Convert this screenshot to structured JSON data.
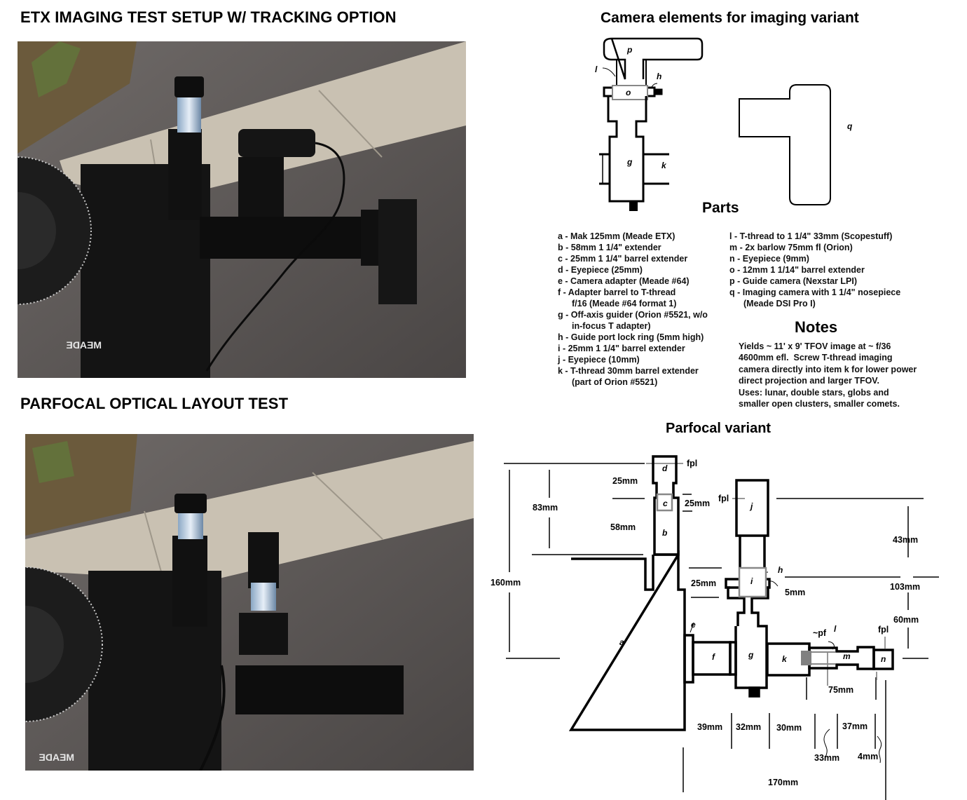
{
  "titles": {
    "setup": "ETX IMAGING TEST SETUP W/ TRACKING OPTION",
    "parfocal_test": "PARFOCAL OPTICAL LAYOUT TEST",
    "camera_elements": "Camera elements for imaging variant",
    "parts": "Parts",
    "notes": "Notes",
    "parfocal_variant": "Parfocal variant"
  },
  "photos": {
    "top": {
      "brand_text": "MEADE"
    },
    "bottom": {
      "brand_text": "MEADE"
    }
  },
  "parts_left": [
    {
      "text": "a - Mak 125mm (Meade ETX)",
      "cont": ""
    },
    {
      "text": "b - 58mm 1 1/4\" extender",
      "cont": ""
    },
    {
      "text": "c - 25mm 1 1/4\" barrel extender",
      "cont": ""
    },
    {
      "text": "d - Eyepiece (25mm)",
      "cont": ""
    },
    {
      "text": "e - Camera adapter (Meade #64)",
      "cont": ""
    },
    {
      "text": "f - Adapter barrel to T-thread",
      "cont": "f/16 (Meade #64 format 1)"
    },
    {
      "text": "g - Off-axis guider (Orion #5521, w/o",
      "cont": "in-focus T adapter)"
    },
    {
      "text": "h - Guide port lock ring (5mm high)",
      "cont": ""
    },
    {
      "text": "i - 25mm 1 1/4\" barrel extender",
      "cont": ""
    },
    {
      "text": "j - Eyepiece (10mm)",
      "cont": ""
    },
    {
      "text": "k - T-thread 30mm barrel extender",
      "cont": "(part of Orion #5521)"
    }
  ],
  "parts_right": [
    {
      "text": "l - T-thread to 1 1/4\" 33mm (Scopestuff)",
      "cont": ""
    },
    {
      "text": "m - 2x barlow 75mm fl (Orion)",
      "cont": ""
    },
    {
      "text": "n - Eyepiece (9mm)",
      "cont": ""
    },
    {
      "text": "o - 12mm 1 1/14\" barrel extender",
      "cont": ""
    },
    {
      "text": "p - Guide camera (Nexstar LPI)",
      "cont": ""
    },
    {
      "text": "q - Imaging camera with 1 1/4\" nosepiece",
      "cont": "(Meade DSI Pro I)"
    }
  ],
  "notes_text": "Yields ~ 11' x 9' TFOV image at ~ f/36\n4600mm efl.  Screw T-thread imaging\ncamera directly into item k for lower power\ndirect projection and larger TFOV.\nUses: lunar, double stars, globs and\nsmaller open clusters, smaller comets.",
  "camera_diagram": {
    "labels": {
      "p": "p",
      "l": "l",
      "h": "h",
      "o": "o",
      "g": "g",
      "k": "k",
      "q": "q"
    }
  },
  "parfocal_diagram": {
    "labels": {
      "a": "a",
      "b": "b",
      "c": "c",
      "d": "d",
      "e": "e",
      "f": "f",
      "g": "g",
      "h": "h",
      "i": "i",
      "j": "j",
      "k": "k",
      "l": "l",
      "m": "m",
      "n": "n"
    },
    "annotations": {
      "fpl": "fpl",
      "pf": "~pf"
    },
    "dimensions": {
      "d_25": "25mm",
      "c_25": "25mm",
      "b_58": "58mm",
      "h83": "83mm",
      "h160": "160mm",
      "gap_25": "25mm",
      "h_5": "5mm",
      "j_43": "43mm",
      "j_103": "103mm",
      "n_60": "60mm",
      "m_75": "75mm",
      "f_39": "39mm",
      "g_32": "32mm",
      "k_30": "30mm",
      "l_33": "33mm",
      "m_37": "37mm",
      "n_4": "4mm",
      "total_170": "170mm"
    }
  }
}
